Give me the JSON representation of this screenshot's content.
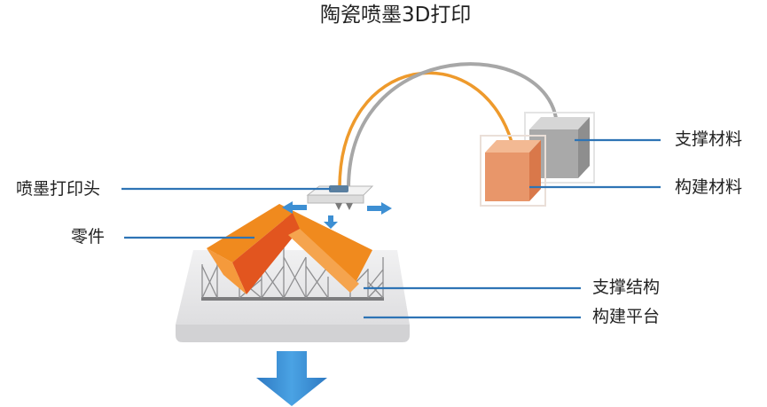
{
  "title": "陶瓷喷墨3D打印",
  "labels": {
    "support_material": "支撑材料",
    "build_material": "构建材料",
    "print_head": "喷墨打印头",
    "part": "零件",
    "support_structure": "支撑结构",
    "build_platform": "构建平台"
  },
  "colors": {
    "part_orange": "#f08a1e",
    "part_shadow": "#e2551f",
    "build_material_cube": "#e8966a",
    "support_material_cube": "#a9a9a9",
    "filament_orange": "#ee9a2c",
    "filament_gray": "#a7a7a7",
    "leader_line": "#2e74b5",
    "arrow_blue": "#3d8fd3",
    "platform": "#e9e9ea"
  }
}
